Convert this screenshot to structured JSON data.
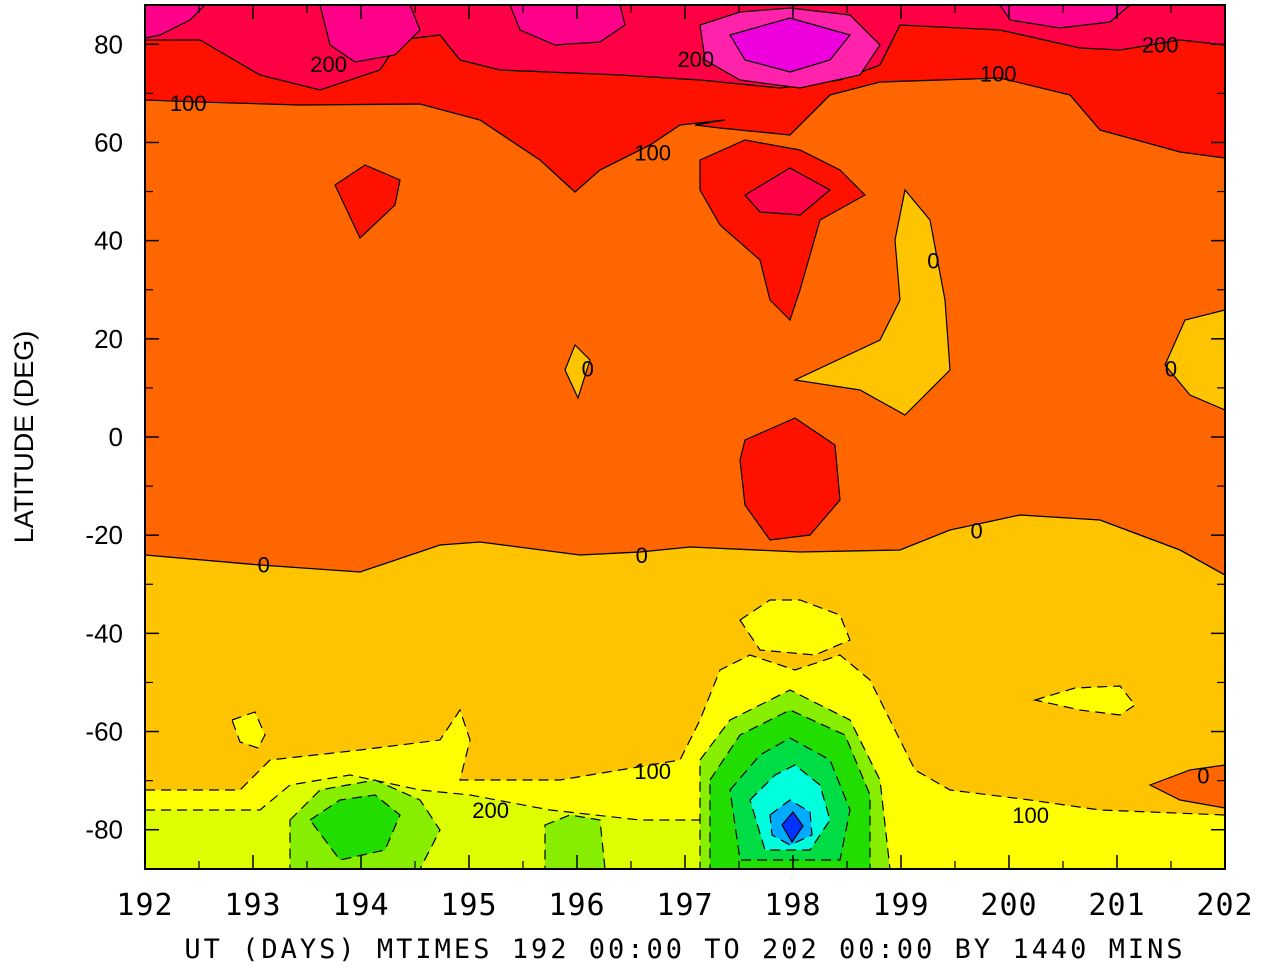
{
  "chart_data": {
    "type": "contour",
    "ylabel": "LATITUDE (DEG)",
    "xlabel": "UT (DAYS) MTIMES 192 00:00 TO 202 00:00 BY 1440 MINS",
    "xlim": [
      192,
      202
    ],
    "ylim": [
      -88,
      88
    ],
    "x_ticks": [
      192,
      193,
      194,
      195,
      196,
      197,
      198,
      199,
      200,
      201,
      202
    ],
    "x_tick_labels": [
      "192",
      "193",
      "194",
      "195",
      "196",
      "197",
      "198",
      "199",
      "200",
      "201",
      "202"
    ],
    "y_ticks": [
      -80,
      -60,
      -40,
      -20,
      0,
      20,
      40,
      60,
      80
    ],
    "y_tick_labels": [
      "-80",
      "-60",
      "-40",
      "-20",
      "0",
      "20",
      "40",
      "60",
      "80"
    ],
    "contour_labels": [
      {
        "text": "200",
        "x": 193.7,
        "y": 76
      },
      {
        "text": "200",
        "x": 197.1,
        "y": 77
      },
      {
        "text": "200",
        "x": 201.4,
        "y": 80
      },
      {
        "text": "100",
        "x": 192.4,
        "y": 68
      },
      {
        "text": "100",
        "x": 199.9,
        "y": 74
      },
      {
        "text": "100",
        "x": 196.7,
        "y": 58
      },
      {
        "text": "0",
        "x": 199.3,
        "y": 36
      },
      {
        "text": "0",
        "x": 196.1,
        "y": 14
      },
      {
        "text": "0",
        "x": 201.5,
        "y": 14
      },
      {
        "text": "0",
        "x": 193.1,
        "y": -26
      },
      {
        "text": "0",
        "x": 196.6,
        "y": -24
      },
      {
        "text": "0",
        "x": 199.7,
        "y": -19
      },
      {
        "text": "100",
        "x": 196.7,
        "y": -68
      },
      {
        "text": "200",
        "x": 195.2,
        "y": -76
      },
      {
        "text": "100",
        "x": 200.2,
        "y": -77
      },
      {
        "text": "0",
        "x": 201.8,
        "y": -69
      }
    ]
  }
}
